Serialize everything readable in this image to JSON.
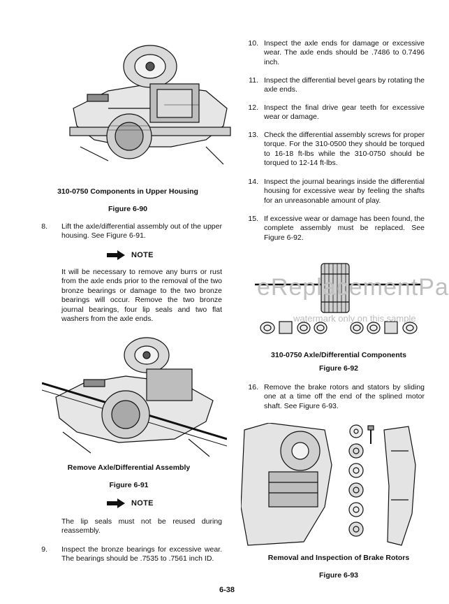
{
  "left": {
    "fig90_caption": "310-0750 Components in Upper Housing",
    "fig90_label": "Figure 6-90",
    "step8_num": "8.",
    "step8_text": "Lift the axle/differential assembly out of the upper housing. See Figure 6-91.",
    "note1_label": "NOTE",
    "note1_text": "It will be necessary to remove any burrs or rust from the axle ends prior to the removal of the two bronze bearings or damage to the two bronze bearings will occur. Remove the two bronze journal bearings, four lip seals and two flat washers from the axle ends.",
    "fig91_caption": "Remove Axle/Differential Assembly",
    "fig91_label": "Figure 6-91",
    "note2_label": "NOTE",
    "note2_text": "The lip seals must not be reused during reassembly.",
    "step9_num": "9.",
    "step9_text": "Inspect the bronze bearings for excessive wear. The bearings should be .7535 to .7561 inch ID."
  },
  "right": {
    "step10_num": "10.",
    "step10_text": "Inspect the axle ends for damage or excessive wear. The axle ends should be .7486 to 0.7496 inch.",
    "step11_num": "11.",
    "step11_text": "Inspect the differential bevel gears by rotating the axle ends.",
    "step12_num": "12.",
    "step12_text": "Inspect the final drive gear teeth for excessive wear or damage.",
    "step13_num": "13.",
    "step13_text": "Check the differential assembly screws for proper torque. For the 310-0500 they should be torqued to 16-18 ft-lbs while the 310-0750 should be torqued to 12-14 ft-lbs.",
    "step14_num": "14.",
    "step14_text": "Inspect the journal bearings inside the differential housing for excessive wear by feeling the shafts for an unreasonable amount of play.",
    "step15_num": "15.",
    "step15_text": "If excessive wear or damage has been found, the complete assembly must be replaced. See Figure 6-92.",
    "fig92_caption": "310-0750 Axle/Differential Components",
    "fig92_label": "Figure 6-92",
    "step16_num": "16.",
    "step16_text": "Remove the brake rotors and stators by sliding one at a time off the end of the splined motor shaft. See Figure 6-93.",
    "fig93_caption": "Removal and Inspection of Brake Rotors",
    "fig93_label": "Figure 6-93"
  },
  "watermark": {
    "main": "eReplacementParts.com",
    "sub": "watermark only on this sample"
  },
  "page_number": "6-38"
}
